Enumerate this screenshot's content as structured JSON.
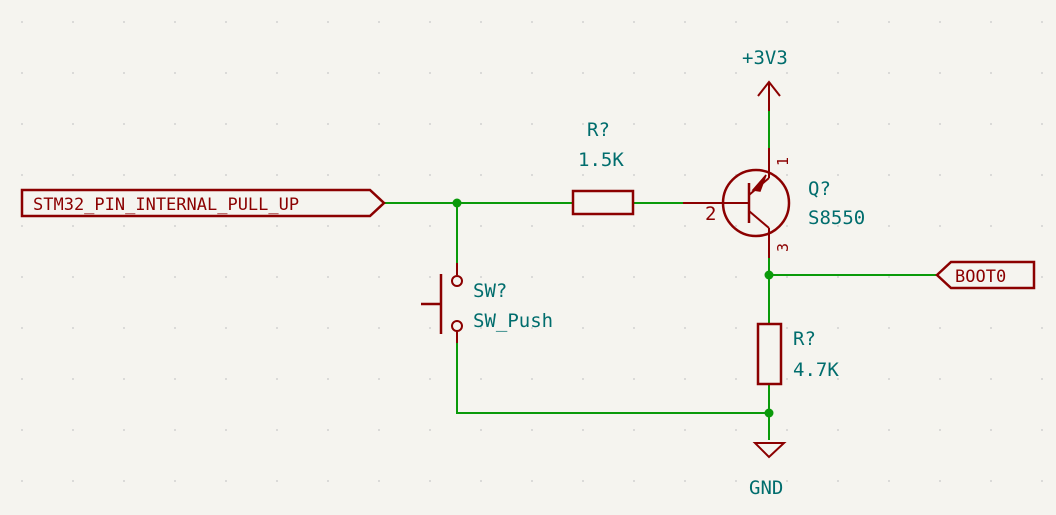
{
  "power": {
    "vcc_label": "+3V3",
    "gnd_label": "GND"
  },
  "labels": {
    "input": "STM32_PIN_INTERNAL_PULL_UP",
    "output": "BOOT0"
  },
  "r1": {
    "ref": "R?",
    "value": "1.5K"
  },
  "r2": {
    "ref": "R?",
    "value": "4.7K"
  },
  "q1": {
    "ref": "Q?",
    "value": "S8550",
    "pin_emitter": "1",
    "pin_base": "2",
    "pin_collector": "3"
  },
  "sw1": {
    "ref": "SW?",
    "value": "SW_Push"
  },
  "colors": {
    "wire": "#0a9a0a",
    "component": "#8b0000",
    "text": "#006d6d",
    "background": "#f5f4ef"
  }
}
